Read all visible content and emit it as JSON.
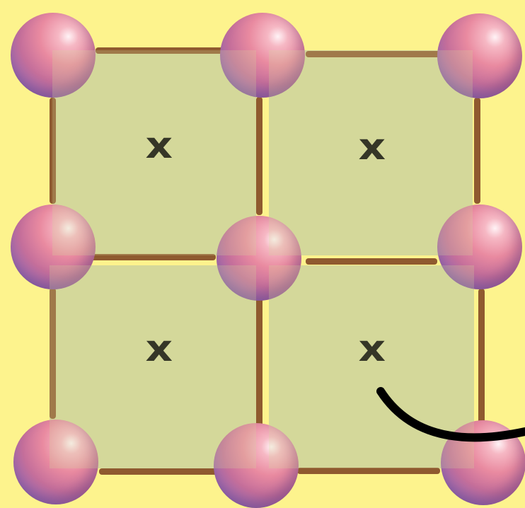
{
  "board": {
    "rows": 2,
    "cols": 2,
    "cells": [
      {
        "row": 0,
        "col": 0,
        "label": "x",
        "state": "claimed"
      },
      {
        "row": 0,
        "col": 1,
        "label": "x",
        "state": "claimed"
      },
      {
        "row": 1,
        "col": 0,
        "label": "x",
        "state": "claimed"
      },
      {
        "row": 1,
        "col": 1,
        "label": "x",
        "state": "claimed"
      }
    ],
    "colors": {
      "background": "#fdf38d",
      "cell_fill": "#d5d99a",
      "edge": "#8f5a2f",
      "dot": "#e98aa0"
    }
  }
}
